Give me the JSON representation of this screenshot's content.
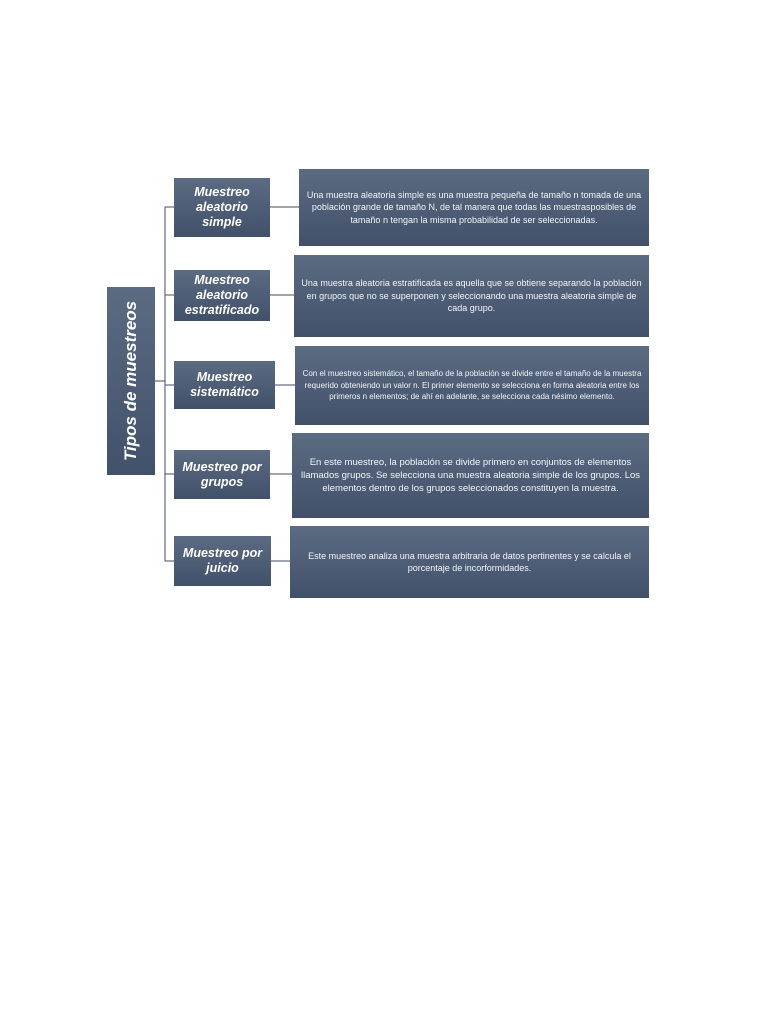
{
  "diagram": {
    "root": {
      "label": "Tipos de muestreos"
    },
    "categories": [
      {
        "label": "Muestreo aleatorio simple",
        "description": "Una muestra aleatoria simple es una muestra pequeña de tamaño n tomada de una población grande de tamaño N, de tal manera que todas las muestrasposibles de tamaño n tengan la misma probabilidad de ser seleccionadas."
      },
      {
        "label": "Muestreo aleatorio estratificado",
        "description": "Una muestra aleatoria estratificada es aquella que se obtiene separando la población en grupos que no se superponen y seleccionando una muestra aleatoria simple de cada grupo."
      },
      {
        "label": "Muestreo sistemático",
        "description": "Con el muestreo sistemático, el tamaño de la población se divide entre el tamaño de la muestra requerido obteniendo un valor n. El primer elemento se selecciona en forma aleatoria entre los primeros n elementos; de ahí en adelante, se selecciona cada nésimo elemento."
      },
      {
        "label": "Muestreo por grupos",
        "description": "En este muestreo, la población se divide primero en conjuntos de elementos llamados grupos. Se selecciona una muestra aleatoria simple de los grupos. Los elementos dentro de los grupos seleccionados constituyen la muestra."
      },
      {
        "label": "Muestreo por juicio",
        "description": "Este muestreo analiza una muestra arbitraria de datos pertinentes y se calcula el porcentaje de incorformidades."
      }
    ],
    "colors": {
      "box_top": "#5b6b82",
      "box_bottom": "#42516a",
      "connector": "#3f4d63",
      "text": "#ffffff"
    }
  }
}
